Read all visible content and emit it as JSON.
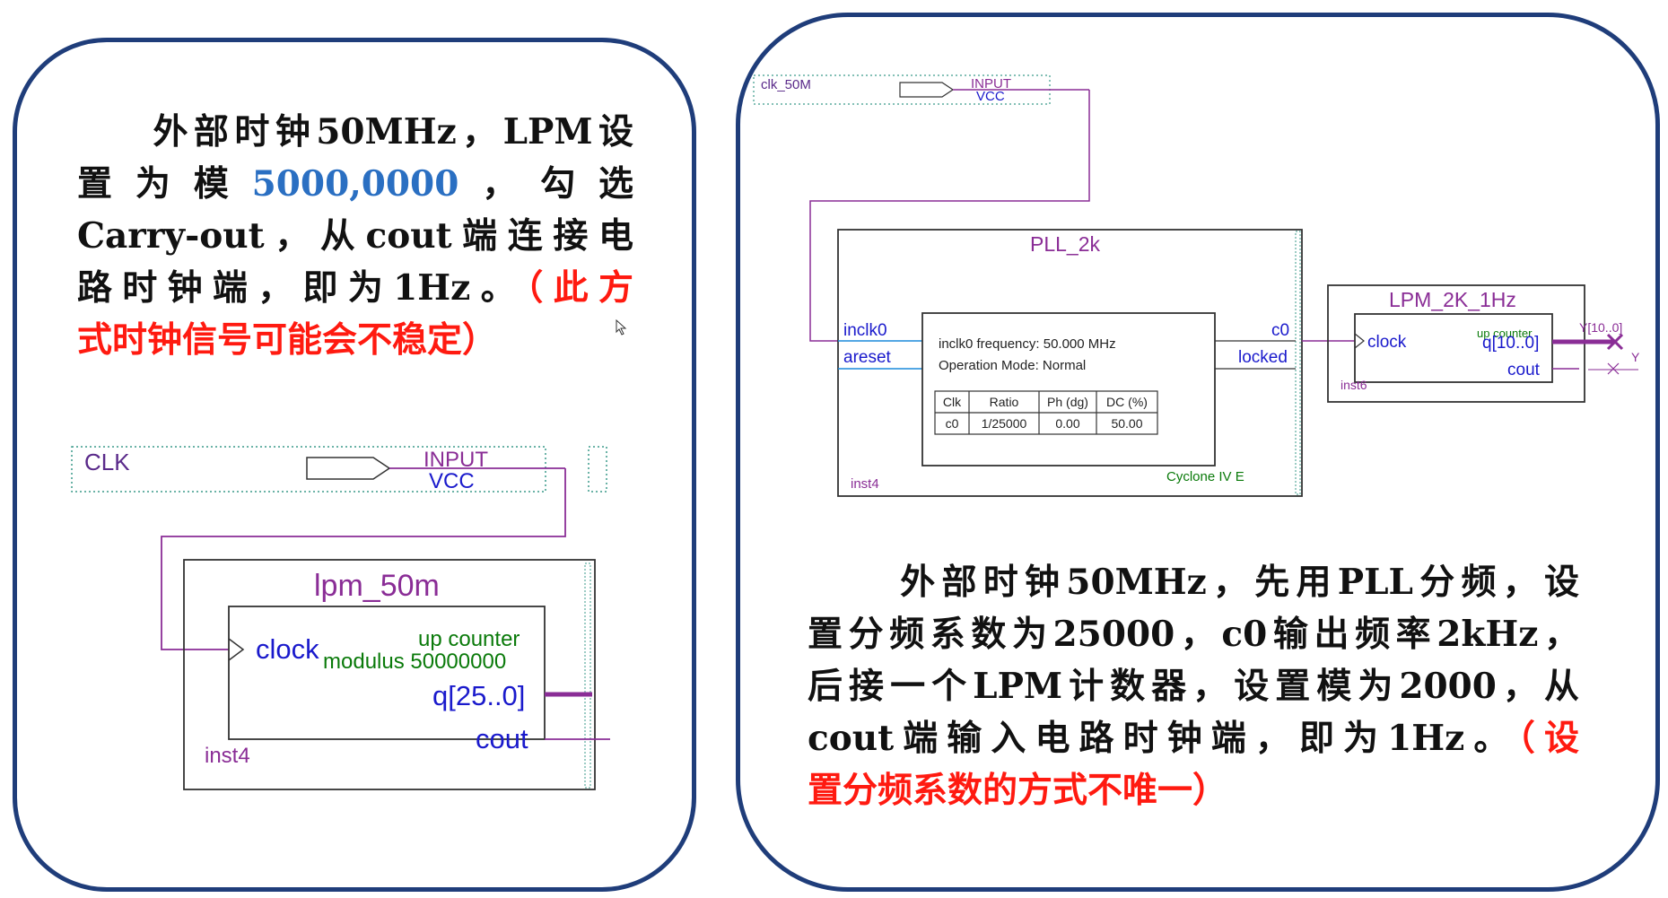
{
  "left": {
    "text": {
      "line1": "外部时钟50MHz，LPM设",
      "line2_pre": "置为模",
      "line2_value": "5000,0000",
      "line2_post": "，勾选",
      "line3": "Carry-out，从cout端连接电",
      "line4_black": "路时钟端，即为1Hz。",
      "line4_red": "（此方",
      "line5_red": "式时钟信号可能会不稳定）"
    },
    "schematic": {
      "pin_name": "CLK",
      "pin_type": "INPUT",
      "pin_vcc": "VCC",
      "block_title": "lpm_50m",
      "clock_port": "clock",
      "up_counter": "up counter",
      "modulus": "modulus 50000000",
      "q_port": "q[25..0]",
      "cout_port": "cout",
      "instance": "inst4"
    }
  },
  "right": {
    "schematic": {
      "pin_name": "clk_50M",
      "pin_type": "INPUT",
      "pin_vcc": "VCC",
      "pll_title": "PLL_2k",
      "inclk0": "inclk0",
      "areset": "areset",
      "c0": "c0",
      "locked": "locked",
      "freq_info": "inclk0 frequency: 50.000 MHz",
      "mode_info": "Operation Mode: Normal",
      "table_headers": [
        "Clk",
        "Ratio",
        "Ph (dg)",
        "DC (%)"
      ],
      "table_row": [
        "c0",
        "1/25000",
        "0.00",
        "50.00"
      ],
      "device": "Cyclone IV E",
      "pll_instance": "inst4",
      "lpm_title": "LPM_2K_1Hz",
      "lpm_clock": "clock",
      "lpm_up_counter": "up counter",
      "lpm_q": "q[10..0]",
      "lpm_cout": "cout",
      "lpm_instance": "inst6",
      "out_bus": "Y[10..0]",
      "out_y": "Y"
    },
    "text": {
      "line1": "外部时钟50MHz，先用PLL分频，设",
      "line2": "置分频系数为25000，c0输出频率2kHz，",
      "line3": "后接一个LPM计数器，设置模为2000，从",
      "line4_black": "cout端输入电路时钟端，即为1Hz。",
      "line4_red": "（设",
      "line5_red": "置分频系数的方式不唯一）"
    }
  },
  "colors": {
    "panel_border": "#1f3d7a",
    "highlight_blue": "#2a6fc2",
    "highlight_red": "#ff1a10",
    "wire_purple": "#8a2d96",
    "port_blue": "#1a1acc",
    "param_green": "#0a7a0a"
  }
}
